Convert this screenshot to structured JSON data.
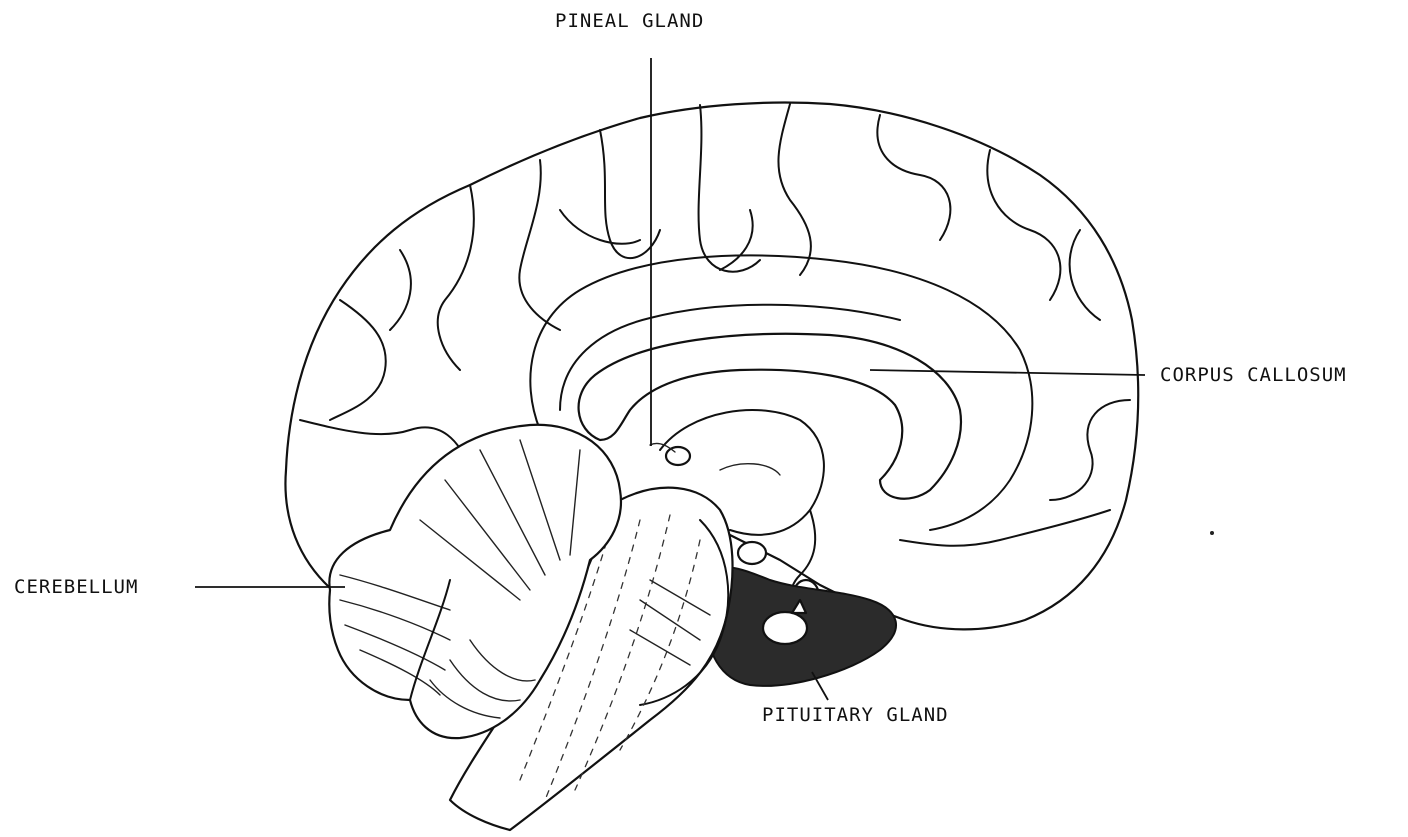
{
  "labels": {
    "pineal_gland": "PINEAL GLAND",
    "corpus_callosum": "CORPUS CALLOSUM",
    "cerebellum": "CEREBELLUM",
    "pituitary_gland": "PITUITARY GLAND"
  }
}
